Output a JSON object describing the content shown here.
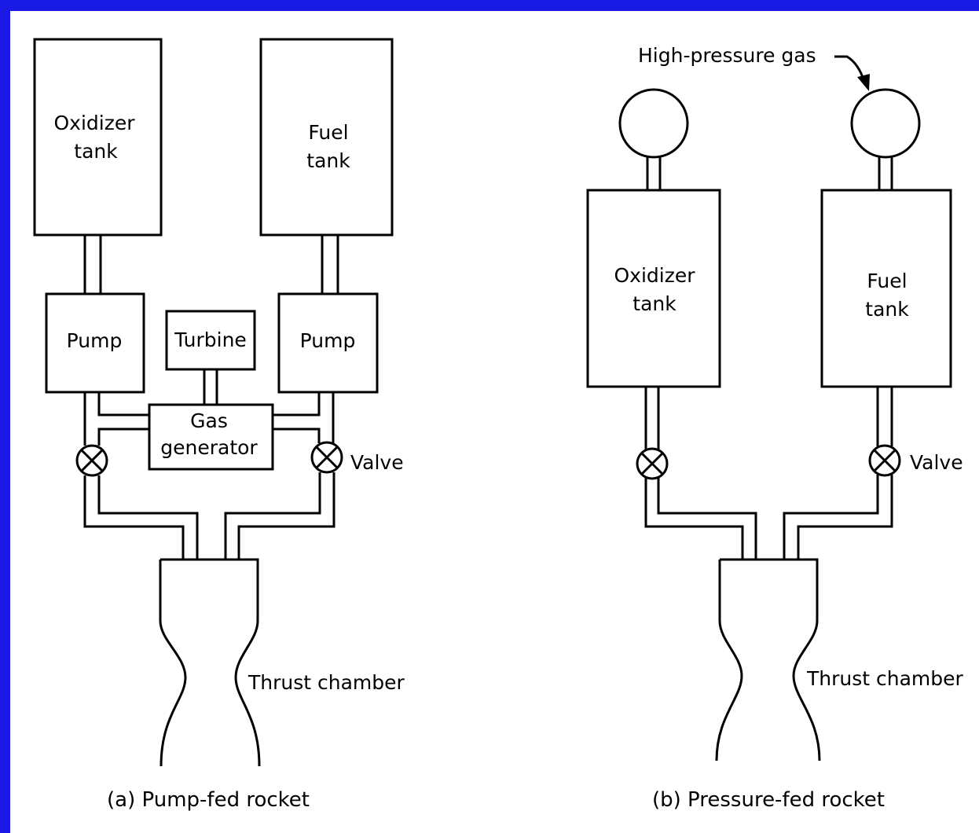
{
  "pump_fed": {
    "oxidizer_tank": [
      "Oxidizer",
      "tank"
    ],
    "fuel_tank": [
      "Fuel",
      "tank"
    ],
    "pump_left": "Pump",
    "pump_right": "Pump",
    "turbine": "Turbine",
    "gas_generator": [
      "Gas",
      "generator"
    ],
    "valve": "Valve",
    "thrust_chamber": "Thrust chamber",
    "caption": "(a) Pump-fed rocket"
  },
  "pressure_fed": {
    "high_pressure_gas": "High-pressure gas",
    "oxidizer_tank": [
      "Oxidizer",
      "tank"
    ],
    "fuel_tank": [
      "Fuel",
      "tank"
    ],
    "valve": "Valve",
    "thrust_chamber": "Thrust chamber",
    "caption": "(b) Pressure-fed rocket"
  }
}
